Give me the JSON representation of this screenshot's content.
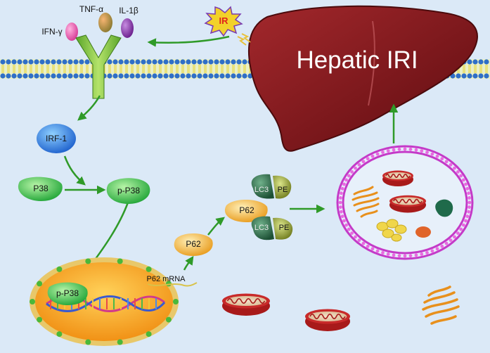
{
  "labels": {
    "ifn_gamma": "IFN-γ",
    "tnf_alpha": "TNF-α",
    "il_1beta": "IL-1β",
    "ir": "IR",
    "hepatic_iri": "Hepatic IRI",
    "irf1": "IRF-1",
    "p38": "P38",
    "p_p38": "p-P38",
    "p_p38_nucleus": "p-P38",
    "p62": "P62",
    "p62_complex": "P62",
    "lc3_top": "LC3",
    "pe_top": "PE",
    "lc3_bottom": "LC3",
    "pe_bottom": "PE",
    "p62_mrna": "P62 mRNA"
  },
  "colors": {
    "background": "#dbe9f7",
    "arrow": "#2f9a28",
    "liver": "#7a1418",
    "membrane_head": "#2f6fc7",
    "membrane_tail": "#e8d84a",
    "receptor": "#7cc23a",
    "ifn": "#e24aa4",
    "tnf": "#d9762a",
    "il1": "#8a3aa8",
    "ir_burst": "#f2d12a",
    "irf1": "#2f7de0",
    "kinase": "#3cc44a",
    "p62": "#f4b43a",
    "lc3": "#2f6a48",
    "pe": "#9aa83a",
    "nucleus": "#f0a81c",
    "nucleus_rim": "#e8c86a",
    "autophagosome": "#c43ac8",
    "mitochondria": "#a81a1a"
  }
}
